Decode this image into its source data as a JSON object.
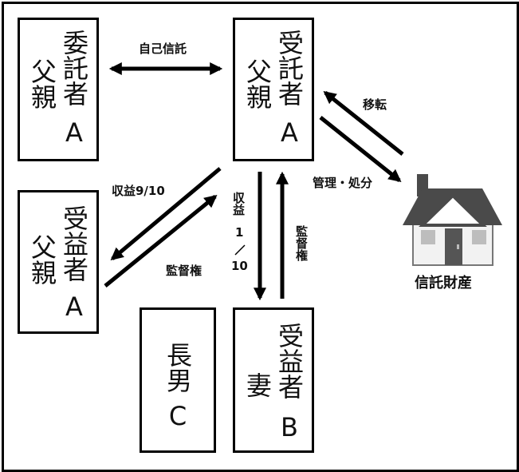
{
  "boxes": {
    "settlor": {
      "col1": "委託者",
      "col2": "父親",
      "letter": "A"
    },
    "trustee": {
      "col1": "受託者",
      "col2": "父親",
      "letter": "A"
    },
    "beneficiary_father": {
      "col1": "受益者",
      "col2": "父親",
      "letter": "A"
    },
    "eldest_son": {
      "col1": "長男",
      "letter": "C"
    },
    "beneficiary_wife": {
      "col1": "受益者",
      "col2": "妻",
      "letter": "B"
    }
  },
  "labels": {
    "self_trust": "自己信託",
    "transfer": "移転",
    "management": "管理・処分",
    "income_9_10": "収益9/10",
    "supervision_left": "監督権",
    "income_1_10_top": "収益",
    "income_1_10_num": "1",
    "income_1_10_den": "10",
    "supervision_right": "監督権"
  },
  "property": {
    "caption": "信託財産",
    "icon": "house-icon",
    "roof_color": "#4a4a4a",
    "wall_color": "#f2f2f2",
    "window_color": "#bdbdbd",
    "door_color": "#555555"
  }
}
